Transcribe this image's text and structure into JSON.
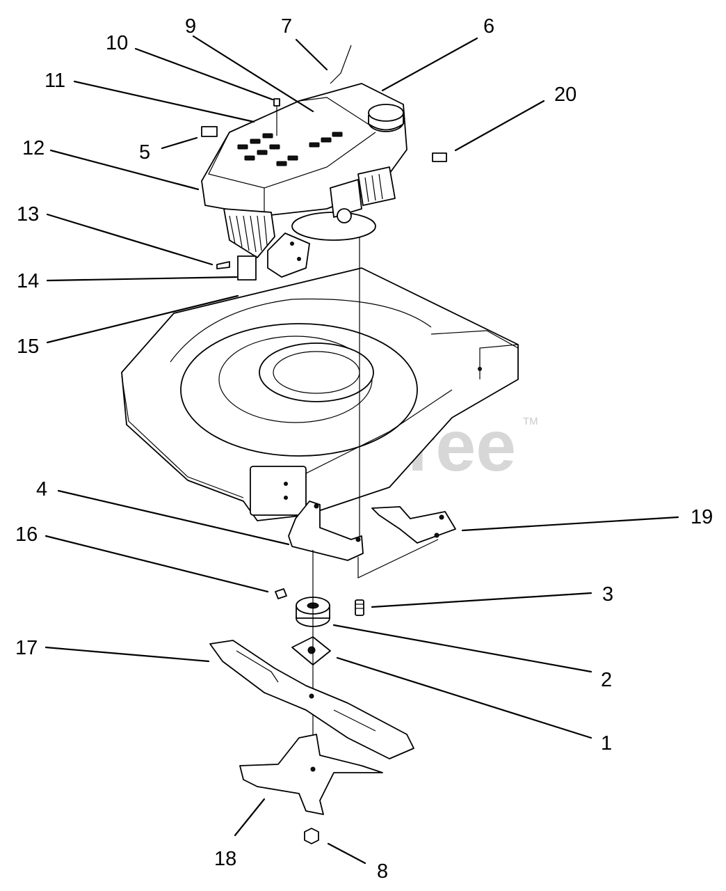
{
  "watermark": {
    "text": "PartsTree",
    "trademark": "TM"
  },
  "callouts": {
    "c1": "1",
    "c2": "2",
    "c3": "3",
    "c4": "4",
    "c5": "5",
    "c6": "6",
    "c7": "7",
    "c8": "8",
    "c9": "9",
    "c10": "10",
    "c11": "11",
    "c12": "12",
    "c13": "13",
    "c14": "14",
    "c15": "15",
    "c16": "16",
    "c17": "17",
    "c18": "18",
    "c19": "19",
    "c20": "20"
  }
}
